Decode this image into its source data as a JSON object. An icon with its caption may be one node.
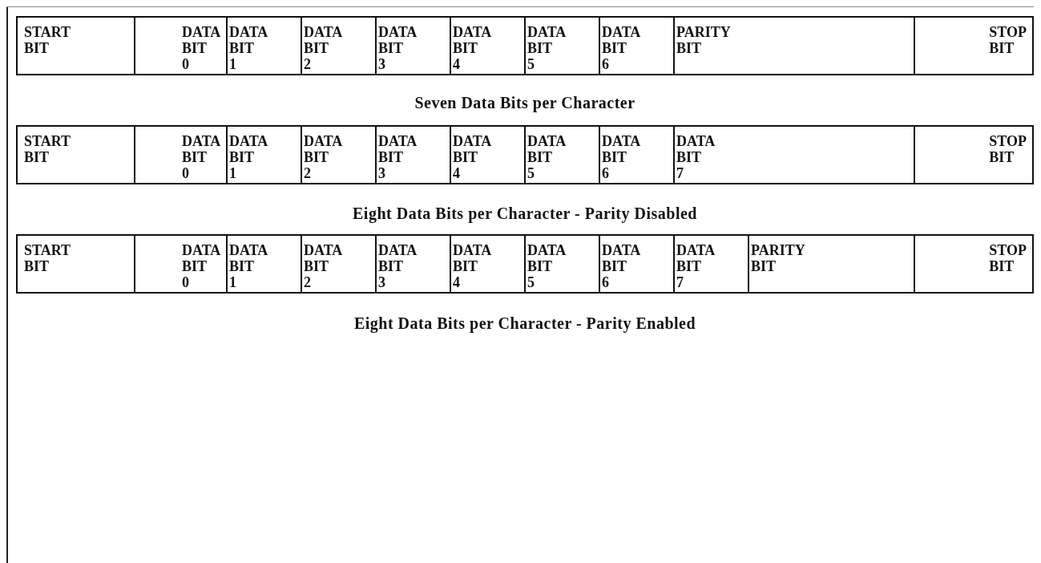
{
  "diagram": {
    "nodes": [
      {
        "text": [
          "START BIT"
        ]
      },
      {
        "text": [
          "DATA BIT 0"
        ]
      },
      {
        "text": [
          "DATA BIT 1"
        ]
      },
      {
        "text": [
          "DATA BIT 2"
        ]
      },
      {
        "text": [
          "DATA BIT 3"
        ]
      },
      {
        "text": [
          "DATA BIT 4"
        ]
      },
      {
        "text": [
          "DATA BIT 5"
        ]
      },
      {
        "text": [
          "DATA BIT 6"
        ]
      },
      {
        "text": [
          "PARITY BIT"
        ]
      },
      {
        "text": [
          "STOP BIT"
        ]
      },
      {
        "text": [
          "START BIT"
        ]
      },
      {
        "text": [
          "DATA BIT 0"
        ]
      },
      {
        "text": [
          "DATA BIT 1"
        ]
      },
      {
        "text": [
          "DATA BIT 2"
        ]
      },
      {
        "text": [
          "DATA BIT 3"
        ]
      },
      {
        "text": [
          "DATA BIT 4"
        ]
      },
      {
        "text": [
          "DATA BIT 5"
        ]
      },
      {
        "text": [
          "DATA BIT 6"
        ]
      },
      {
        "text": [
          "DATA BIT 7"
        ]
      },
      {
        "text": [
          "STOP BIT"
        ]
      },
      {
        "text": [
          "START BIT"
        ]
      },
      {
        "text": [
          "DATA BIT 0"
        ]
      },
      {
        "text": [
          "DATA BIT 1"
        ]
      },
      {
        "text": [
          "DATA BIT 2"
        ]
      },
      {
        "text": [
          "DATA BIT 3"
        ]
      },
      {
        "text": [
          "DATA BIT 4"
        ]
      },
      {
        "text": [
          "DATA BIT 5"
        ]
      },
      {
        "text": [
          "DATA BIT 6"
        ]
      },
      {
        "text": [
          "DATA BIT 7"
        ]
      },
      {
        "text": [
          "PARITY BIT"
        ]
      },
      {
        "text": [
          "STOP BIT"
        ]
      }
    ],
    "labels": [
      "Seven Data Bits per Character",
      "Eight Data Bits per Character - Parity Disabled",
      "Eight Data Bits per Character - Parity Enabled"
    ]
  }
}
